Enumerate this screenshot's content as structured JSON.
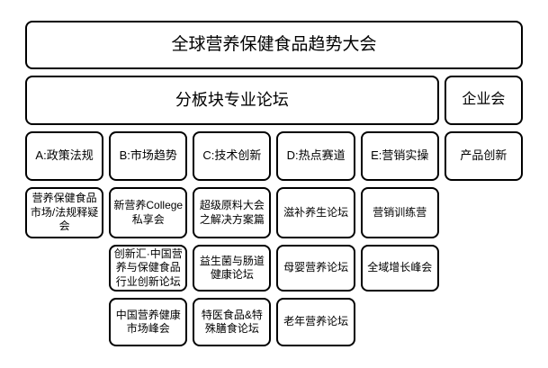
{
  "diagram": {
    "title": "全球营养保健食品趋势大会",
    "forum_section_header": "分板块专业论坛",
    "enterprise_meeting": "企业会",
    "product_innovation": "产品创新",
    "tracks": [
      "A:政策法规",
      "B:市场趋势",
      "C:技术创新",
      "D:热点赛道",
      "E:营销实操"
    ],
    "forums_row1": [
      "营养保健食品市场/法规释疑会",
      "新营养College私享会",
      "超级原料大会之解决方案篇",
      "滋补养生论坛",
      "营销训练营"
    ],
    "forums_row2": [
      "创新汇·中国营养与保健食品行业创新论坛",
      "益生菌与肠道健康论坛",
      "母婴营养论坛",
      "全域增长峰会"
    ],
    "forums_row3": [
      "中国营养健康市场峰会",
      "特医食品&特殊膳食论坛",
      "老年营养论坛"
    ],
    "colors": {
      "border": "#000000",
      "text": "#000000",
      "background": "#ffffff"
    }
  }
}
